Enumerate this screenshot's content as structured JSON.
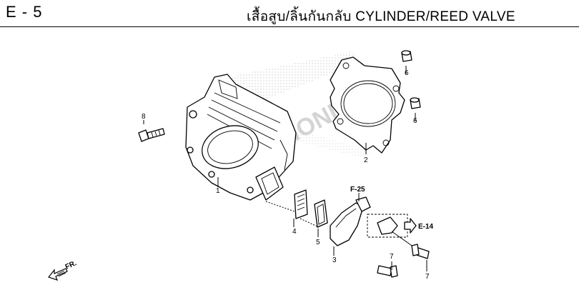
{
  "header": {
    "section_code": "E - 5",
    "title": "เสื้อสูบ/ลิ้นกันกลับ CYLINDER/REED VALVE"
  },
  "callouts": {
    "p1": "1",
    "p2": "2",
    "p3": "3",
    "p4": "4",
    "p5": "5",
    "p6a": "6",
    "p6b": "6",
    "p7a": "7",
    "p7b": "7",
    "p8": "8"
  },
  "references": {
    "f25": "F-25",
    "e14": "E-14"
  },
  "direction": {
    "label": "FR."
  },
  "watermark": {
    "text": "HONDA"
  },
  "colors": {
    "line": "#000000",
    "watermark": "#d4d4d4",
    "background": "#ffffff"
  }
}
